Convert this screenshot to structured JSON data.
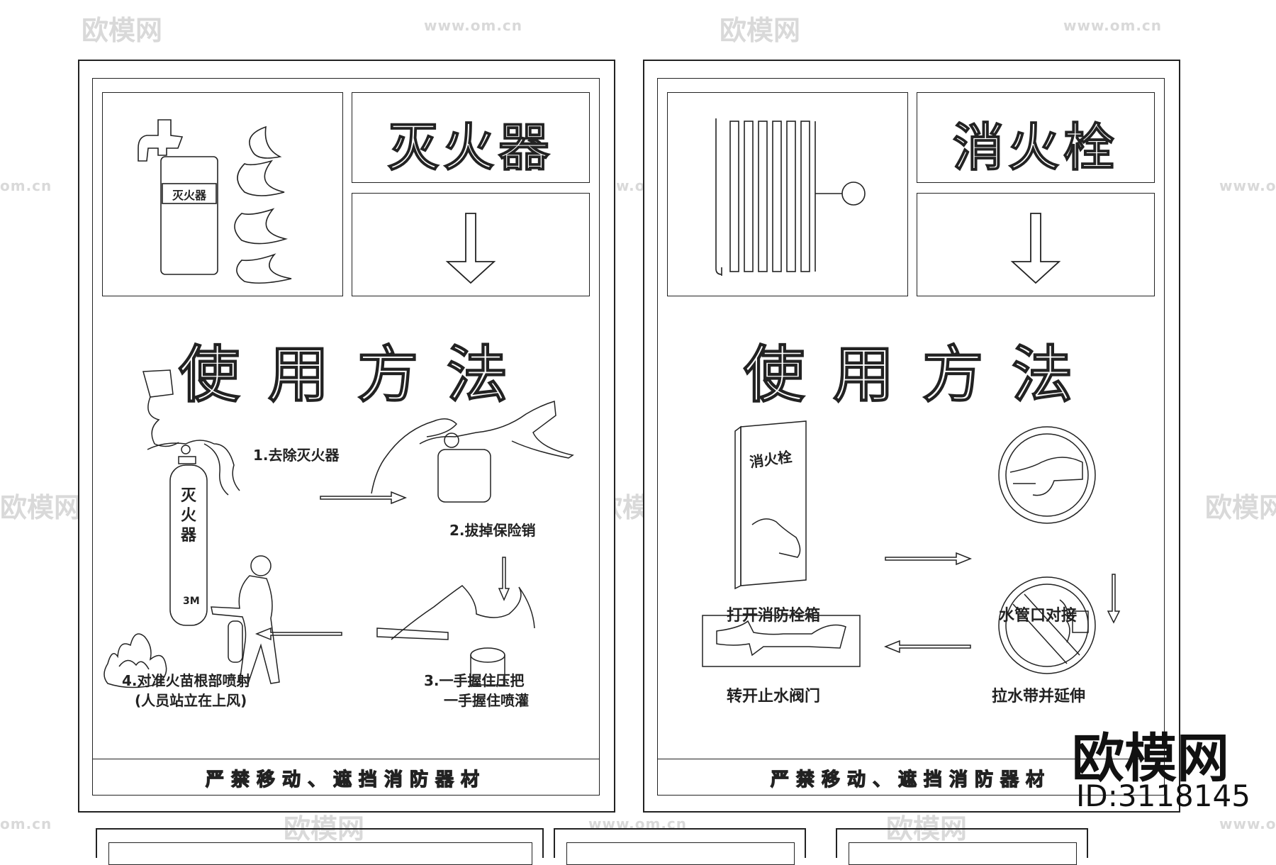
{
  "watermark": {
    "logo": "欧模网",
    "url": "www.om.cn",
    "url_short": "om.cn"
  },
  "left_panel": {
    "title": "灭火器",
    "label_small": "灭火器",
    "heading": "使用方法",
    "steps": [
      {
        "text": "1.去除灭火器"
      },
      {
        "text": "2.拔掉保险销"
      },
      {
        "text": "3.一手握住压把",
        "text2": "一手握住喷灌"
      },
      {
        "text": "4.对准火苗根部喷射",
        "text2": "(人员站立在上风)"
      }
    ],
    "distance": "3M",
    "extinguisher_vertical": [
      "灭",
      "火",
      "器"
    ],
    "footer": "严禁移动、遮挡消防器材"
  },
  "right_panel": {
    "title": "消火栓",
    "box_label": "消火栓",
    "heading": "使用方法",
    "steps": [
      {
        "text": "打开消防栓箱"
      },
      {
        "text": "水管口对接"
      },
      {
        "text": "拉水带并延伸"
      },
      {
        "text": "转开止水阀门"
      }
    ],
    "footer": "严禁移动、遮挡消防器材"
  },
  "brand": {
    "logo": "欧模网",
    "id": "ID:3118145"
  }
}
